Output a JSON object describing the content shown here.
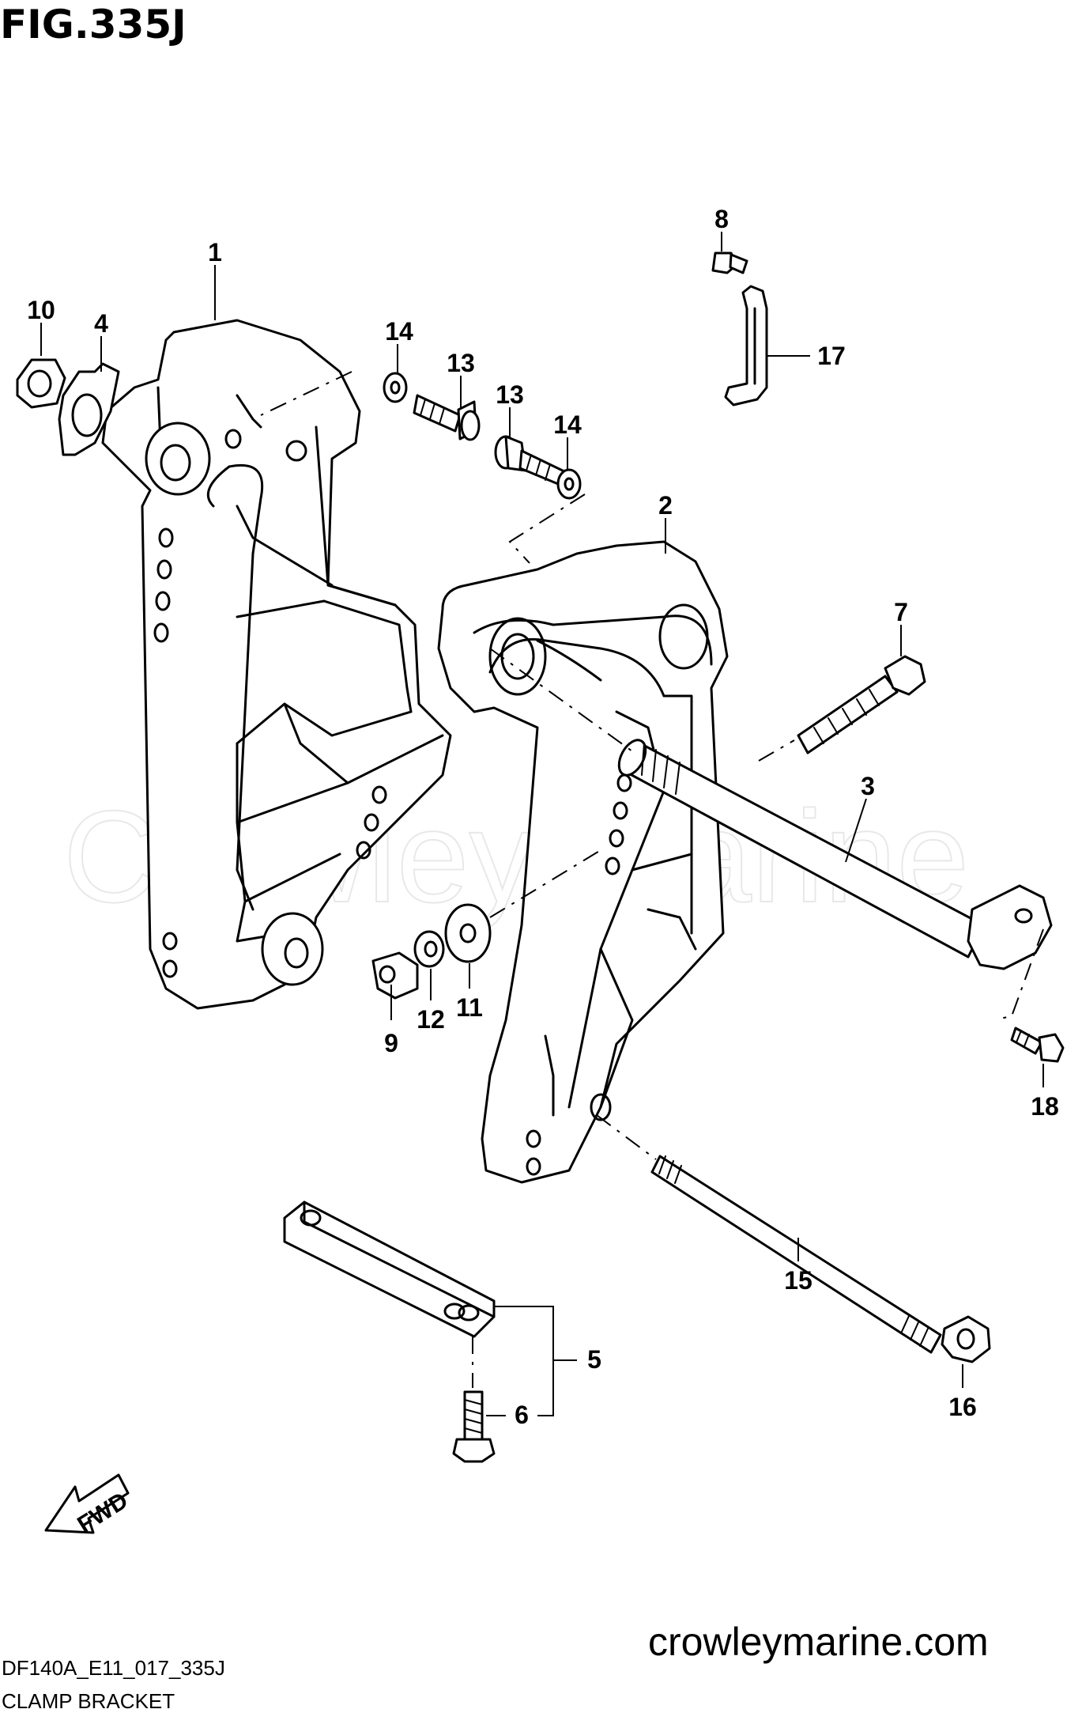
{
  "figure": {
    "title": "FIG.335J",
    "code": "DF140A_E11_017_335J",
    "caption": "CLAMP BRACKET",
    "website": "crowleymarine.com",
    "watermark": "Crowley Marine",
    "fwd_label": "FWD"
  },
  "callouts": [
    "1",
    "2",
    "3",
    "4",
    "5",
    "6",
    "7",
    "8",
    "9",
    "10",
    "11",
    "12",
    "13",
    "13",
    "14",
    "14",
    "15",
    "16",
    "17",
    "18"
  ]
}
